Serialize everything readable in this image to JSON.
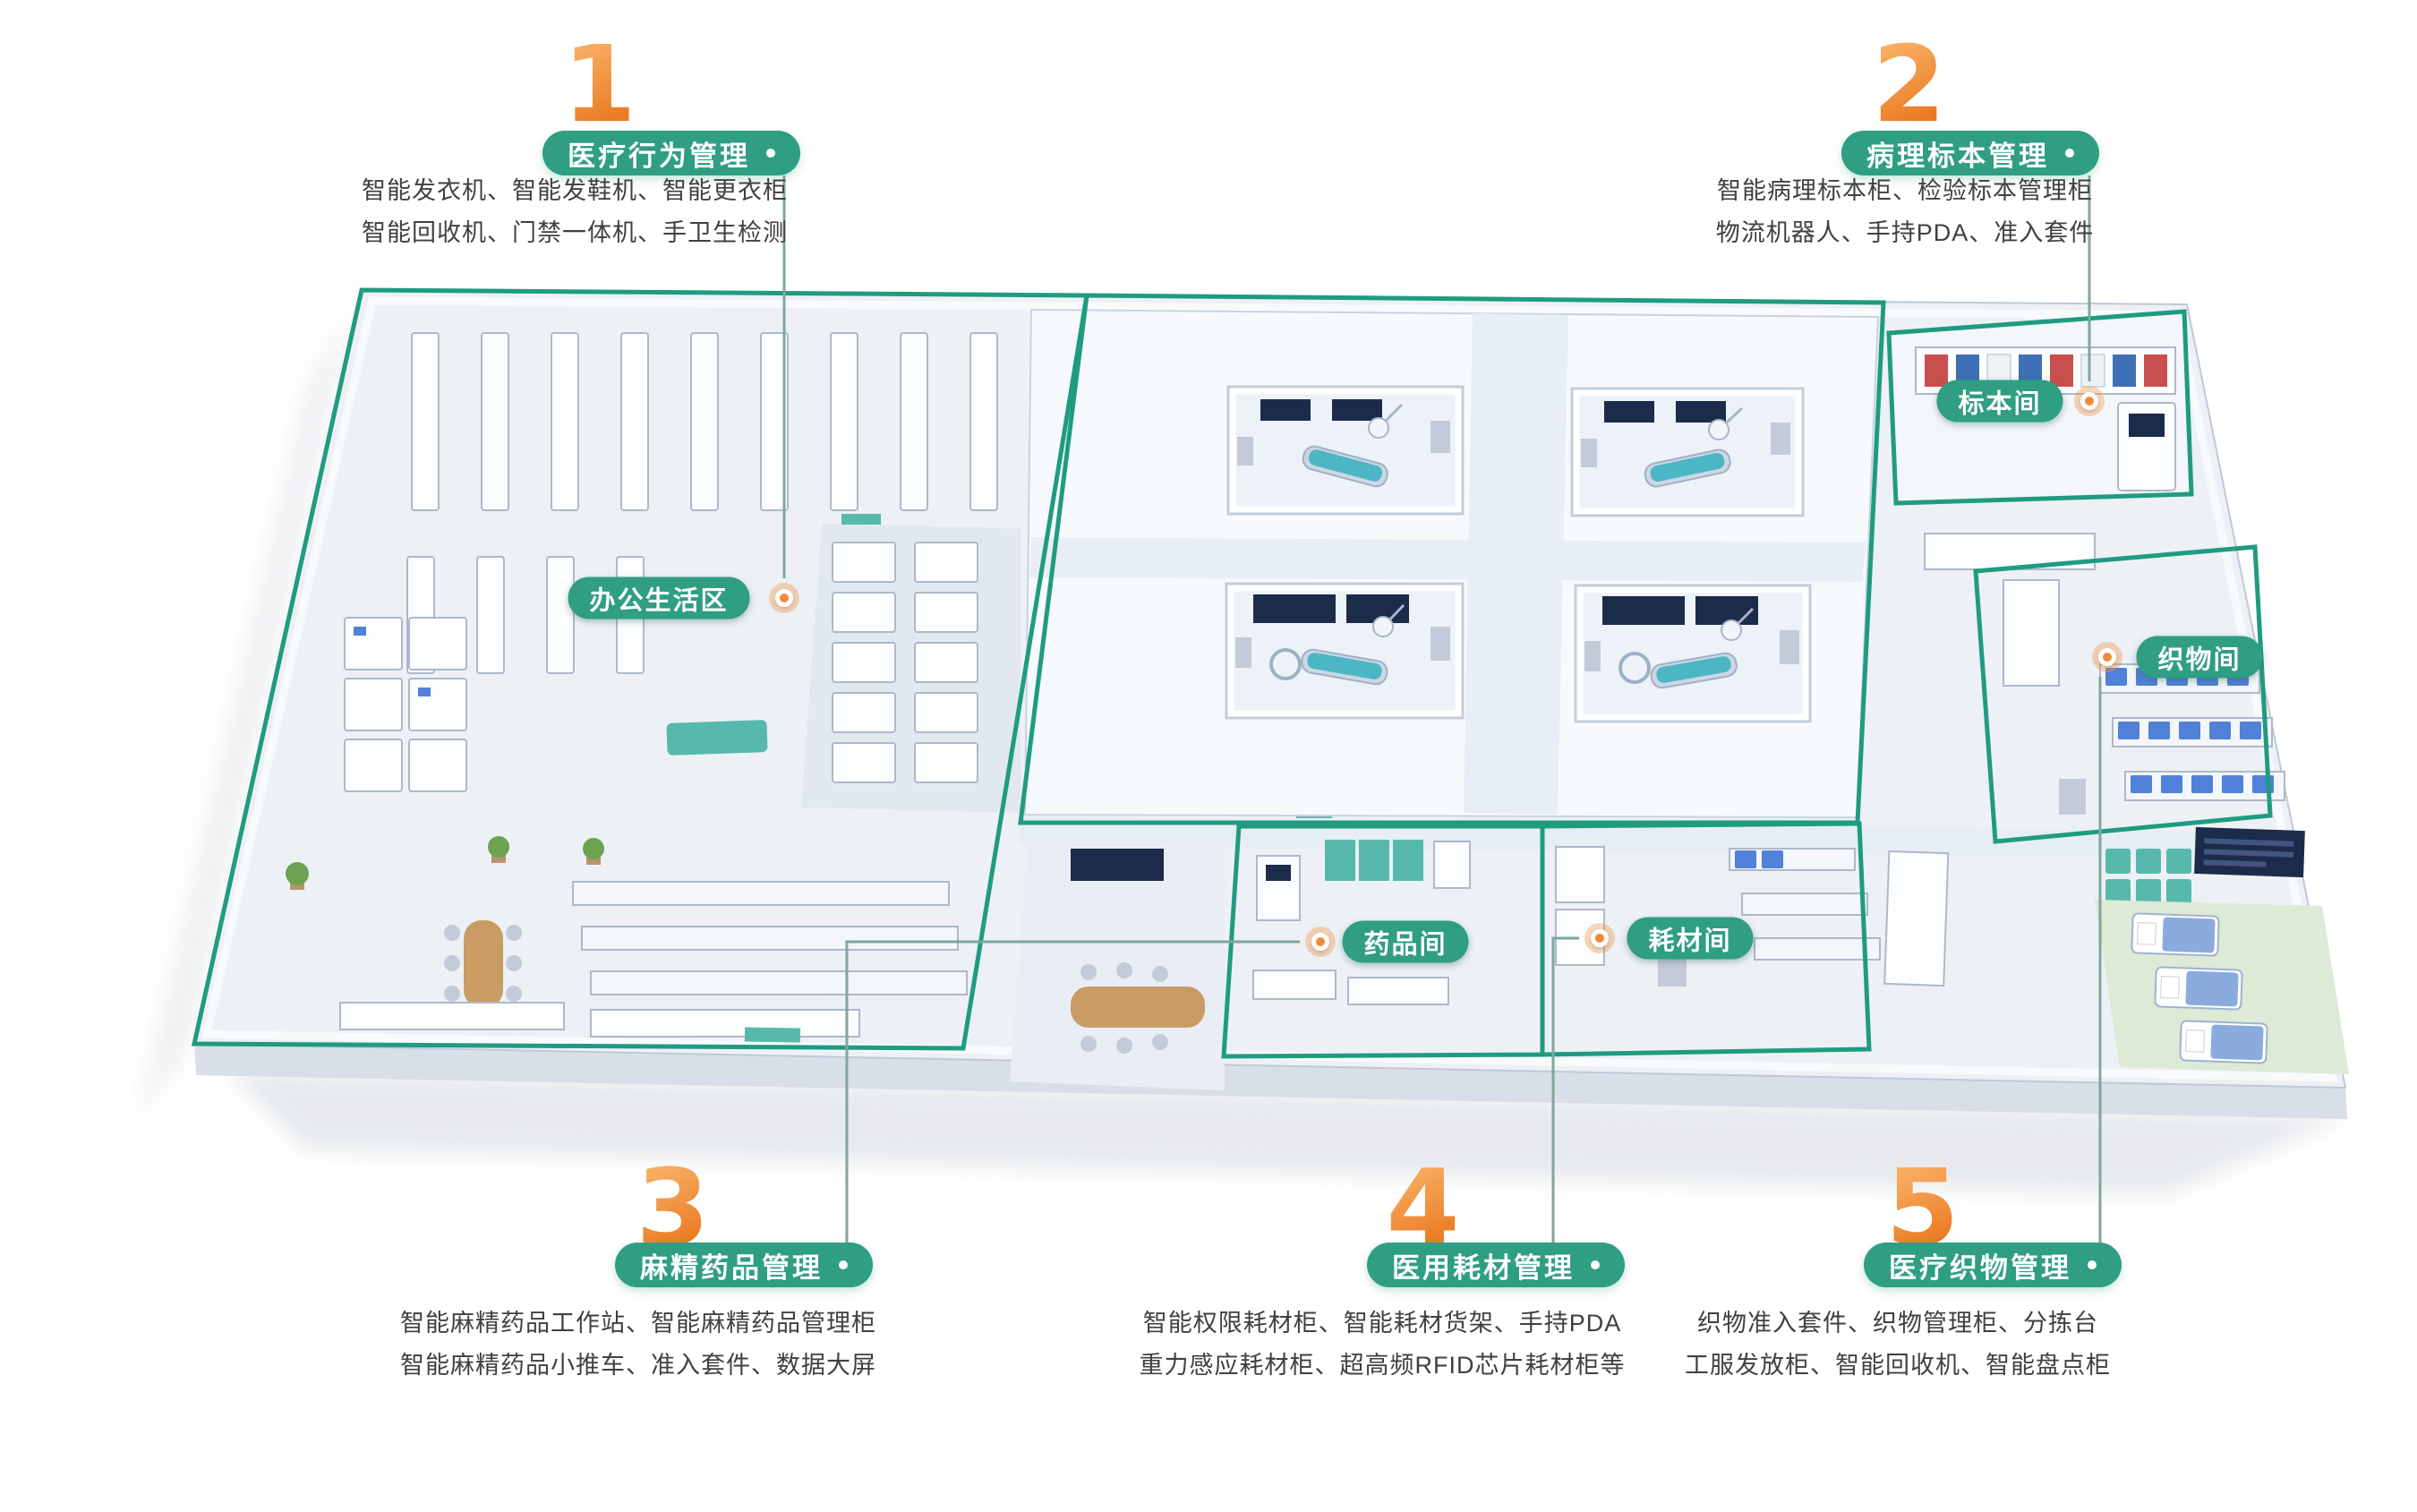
{
  "colors": {
    "brand_green": "#2F9E82",
    "accent_orange": "#EF8A3A"
  },
  "sections": [
    {
      "num": "1",
      "title": "医疗行为管理",
      "lines": [
        "智能发衣机、智能发鞋机、智能更衣柜",
        "智能回收机、门禁一体机、手卫生检测"
      ]
    },
    {
      "num": "2",
      "title": "病理标本管理",
      "lines": [
        "智能病理标本柜、检验标本管理柜",
        "物流机器人、手持PDA、准入套件"
      ]
    },
    {
      "num": "3",
      "title": "麻精药品管理",
      "lines": [
        "智能麻精药品工作站、智能麻精药品管理柜",
        "智能麻精药品小推车、准入套件、数据大屏"
      ]
    },
    {
      "num": "4",
      "title": "医用耗材管理",
      "lines": [
        "智能权限耗材柜、智能耗材货架、手持PDA",
        "重力感应耗材柜、超高频RFID芯片耗材柜等"
      ]
    },
    {
      "num": "5",
      "title": "医疗织物管理",
      "lines": [
        "织物准入套件、织物管理柜、分拣台",
        "工服发放柜、智能回收机、智能盘点柜"
      ]
    }
  ],
  "rooms": [
    {
      "id": "office-area",
      "label": "办公生活区"
    },
    {
      "id": "specimen-room",
      "label": "标本间"
    },
    {
      "id": "fabric-room",
      "label": "织物间"
    },
    {
      "id": "medicine-room",
      "label": "药品间"
    },
    {
      "id": "consumable-room",
      "label": "耗材间"
    }
  ]
}
